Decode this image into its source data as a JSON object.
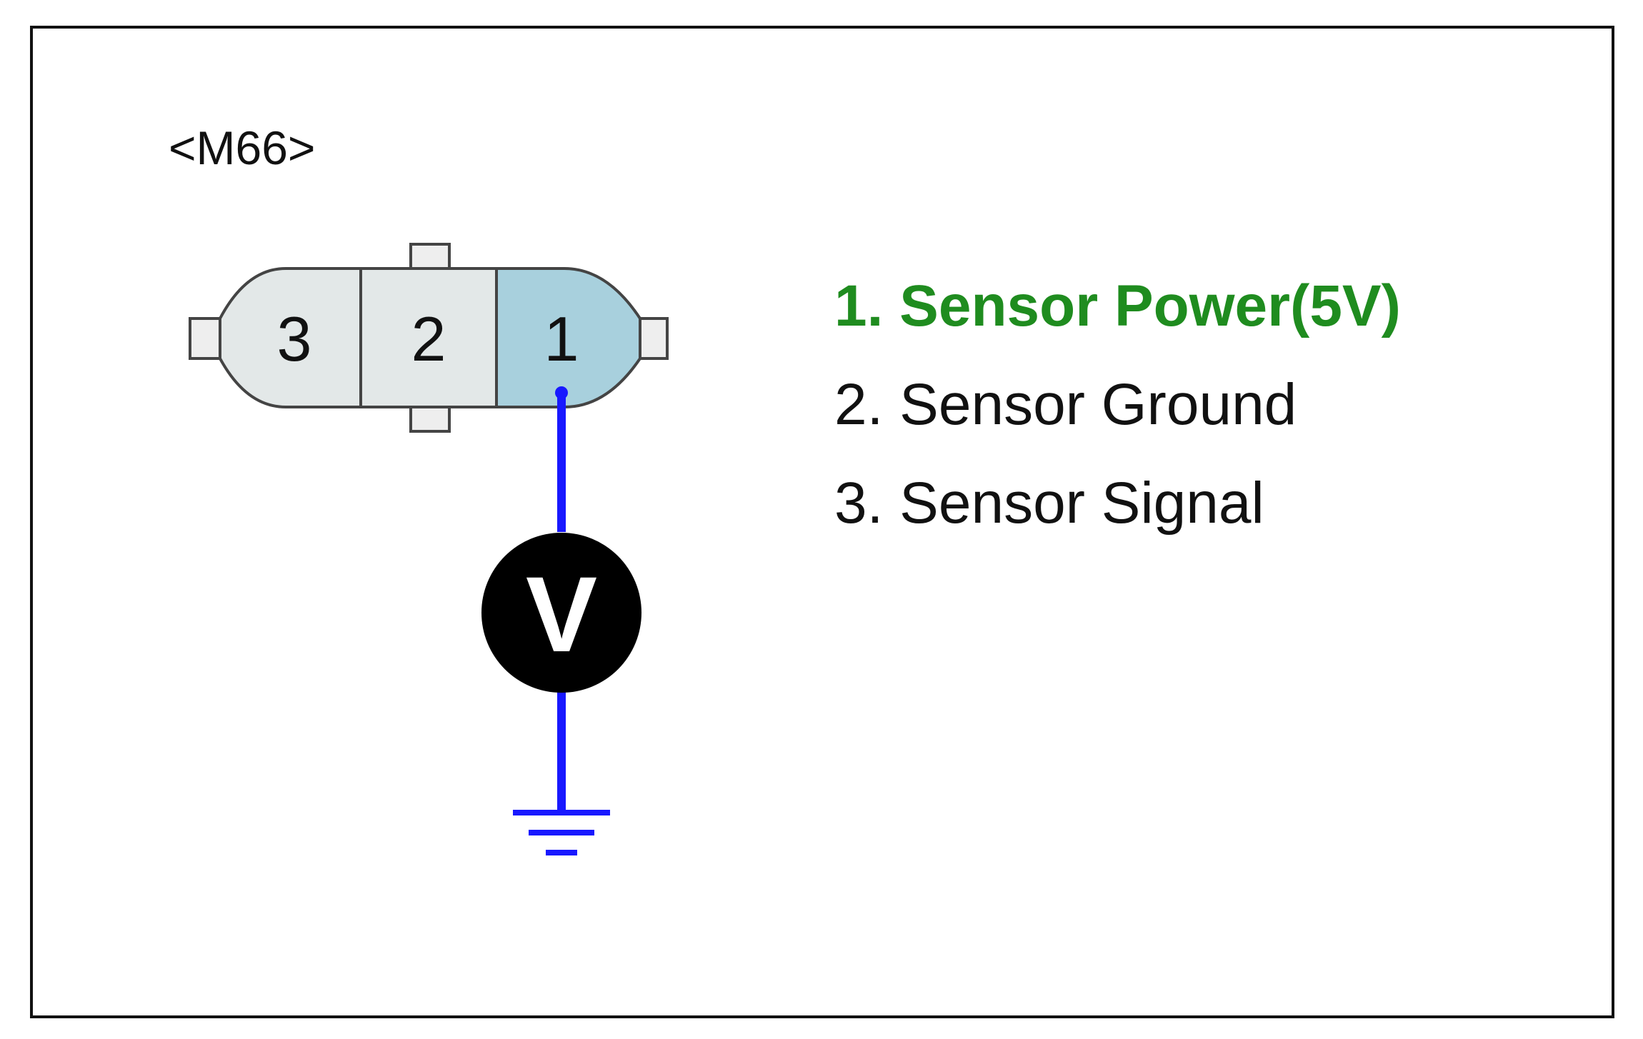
{
  "connector": {
    "id_label": "<M66>",
    "pins": [
      {
        "number": "3",
        "fill": "#e3e8e8"
      },
      {
        "number": "2",
        "fill": "#e3e8e8"
      },
      {
        "number": "1",
        "fill": "#a8d0dd"
      }
    ]
  },
  "meter": {
    "symbol": "V",
    "fill": "#000000"
  },
  "wire": {
    "color": "#1818ff"
  },
  "legend": {
    "items": [
      {
        "text": "1. Sensor Power(5V)",
        "color": "#1f8c1f"
      },
      {
        "text": "2. Sensor Ground",
        "color": "#111111"
      },
      {
        "text": "3. Sensor Signal",
        "color": "#111111"
      }
    ]
  },
  "icons": {
    "ground": "ground-symbol-icon",
    "connector": "connector-icon",
    "meter": "voltmeter-icon"
  }
}
